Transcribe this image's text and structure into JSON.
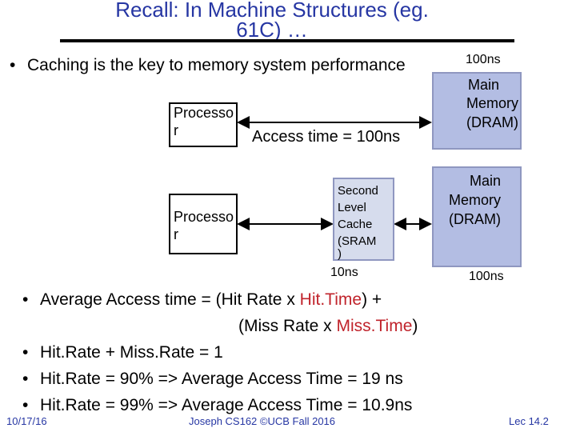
{
  "slide": {
    "title_line1": "Recall: In Machine Structures (eg.",
    "title_line2": "61C) …",
    "top_bullet": "Caching is the key to memory system performance",
    "top_latency": "100ns"
  },
  "diagram1": {
    "processor_label_1": "Processo",
    "processor_label_2": "r",
    "access_label": "Access time = 100ns",
    "memory_line1": "Main",
    "memory_line2": "Memory",
    "memory_line3": "(DRAM)"
  },
  "diagram2": {
    "processor_label_1": "Processo",
    "processor_label_2": "r",
    "cache_line1": "Second",
    "cache_line2": "Level",
    "cache_line3": "Cache",
    "cache_line4": "(SRAM",
    "cache_line5": ")",
    "cache_latency": "10ns",
    "memory_line1": "Main",
    "memory_line2": "Memory",
    "memory_line3": "(DRAM)",
    "memory_latency": "100ns"
  },
  "bullets": {
    "b1_prefix": "Average Access time =  (Hit Rate x ",
    "b1_hit": "Hit.Time",
    "b1_suffix": ") +",
    "b1b_prefix": "(Miss Rate x ",
    "b1b_miss": "Miss.Time",
    "b1b_suffix": ")",
    "b2": "Hit.Rate + Miss.Rate = 1",
    "b3": "Hit.Rate = 90% => Average Access Time = 19 ns",
    "b4": "Hit.Rate = 99% => Average Access Time = 10.9ns"
  },
  "footer": {
    "date": "10/17/16",
    "course": "Joseph CS162 ©UCB Fall 2016",
    "lecture": "Lec 14.2"
  },
  "colors": {
    "title": "#2636a3",
    "highlight": "#c0232b",
    "memory_box": "#b3bde3",
    "cache_box": "#d6dced"
  }
}
